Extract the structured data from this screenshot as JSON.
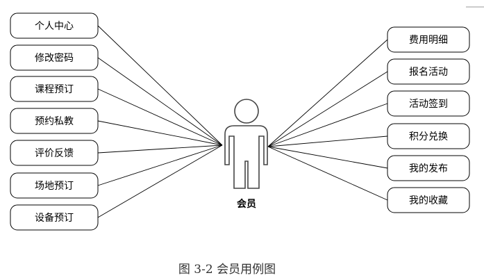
{
  "actor": {
    "label": "会员"
  },
  "use_cases_left": [
    "个人中心",
    "修改密码",
    "课程预订",
    "预约私教",
    "评价反馈",
    "场地预订",
    "设备预订"
  ],
  "use_cases_right": [
    "费用明细",
    "报名活动",
    "活动签到",
    "积分兑换",
    "我的发布",
    "我的收藏"
  ],
  "caption": "图 3-2 会员用例图"
}
